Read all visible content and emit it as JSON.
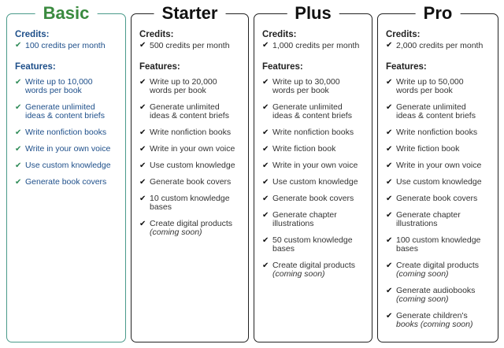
{
  "colors": {
    "basic_accent": "#3a8a3f",
    "basic_text": "#1e4f8a",
    "basic_border": "#4a9a8a",
    "default_border": "#222222"
  },
  "labels": {
    "credits": "Credits:",
    "features": "Features:",
    "check_icon": "✔"
  },
  "plans": [
    {
      "name": "Basic",
      "credits": "100 credits per month",
      "features": [
        {
          "text": "Write up to 10,000\nwords per book",
          "note": ""
        },
        {
          "text": "Generate unlimited\nideas & content briefs",
          "note": ""
        },
        {
          "text": "Write nonfiction books",
          "note": ""
        },
        {
          "text": "Write in your own voice",
          "note": ""
        },
        {
          "text": "Use custom knowledge",
          "note": ""
        },
        {
          "text": "Generate book covers",
          "note": ""
        }
      ]
    },
    {
      "name": "Starter",
      "credits": "500 credits per month",
      "features": [
        {
          "text": "Write up to 20,000\nwords per book",
          "note": ""
        },
        {
          "text": "Generate unlimited\nideas & content briefs",
          "note": ""
        },
        {
          "text": "Write nonfiction books",
          "note": ""
        },
        {
          "text": "Write in your own voice",
          "note": ""
        },
        {
          "text": "Use custom knowledge",
          "note": ""
        },
        {
          "text": "Generate book covers",
          "note": ""
        },
        {
          "text": "10 custom knowledge\nbases",
          "note": ""
        },
        {
          "text": "Create digital products",
          "note": "(coming soon)"
        }
      ]
    },
    {
      "name": "Plus",
      "credits": "1,000 credits per month",
      "features": [
        {
          "text": "Write up to 30,000\nwords per book",
          "note": ""
        },
        {
          "text": "Generate unlimited\nideas & content briefs",
          "note": ""
        },
        {
          "text": "Write nonfiction books",
          "note": ""
        },
        {
          "text": "Write fiction book",
          "note": ""
        },
        {
          "text": "Write in your own voice",
          "note": ""
        },
        {
          "text": "Use custom knowledge",
          "note": ""
        },
        {
          "text": "Generate book covers",
          "note": ""
        },
        {
          "text": "Generate chapter\nillustrations",
          "note": ""
        },
        {
          "text": "50 custom knowledge\nbases",
          "note": ""
        },
        {
          "text": "Create digital products",
          "note": "(coming soon)"
        }
      ]
    },
    {
      "name": "Pro",
      "credits": "2,000 credits per month",
      "features": [
        {
          "text": "Write up to 50,000\nwords per book",
          "note": ""
        },
        {
          "text": "Generate unlimited\nideas & content briefs",
          "note": ""
        },
        {
          "text": "Write nonfiction books",
          "note": ""
        },
        {
          "text": "Write fiction book",
          "note": ""
        },
        {
          "text": "Write in your own voice",
          "note": ""
        },
        {
          "text": "Use custom knowledge",
          "note": ""
        },
        {
          "text": "Generate book covers",
          "note": ""
        },
        {
          "text": "Generate chapter\nillustrations",
          "note": ""
        },
        {
          "text": "100 custom knowledge\nbases",
          "note": ""
        },
        {
          "text": "Create digital products",
          "note": "(coming soon)"
        },
        {
          "text": "Generate audiobooks",
          "note": "(coming soon)"
        },
        {
          "text": "Generate children's",
          "note": "books (coming soon)"
        }
      ]
    }
  ]
}
